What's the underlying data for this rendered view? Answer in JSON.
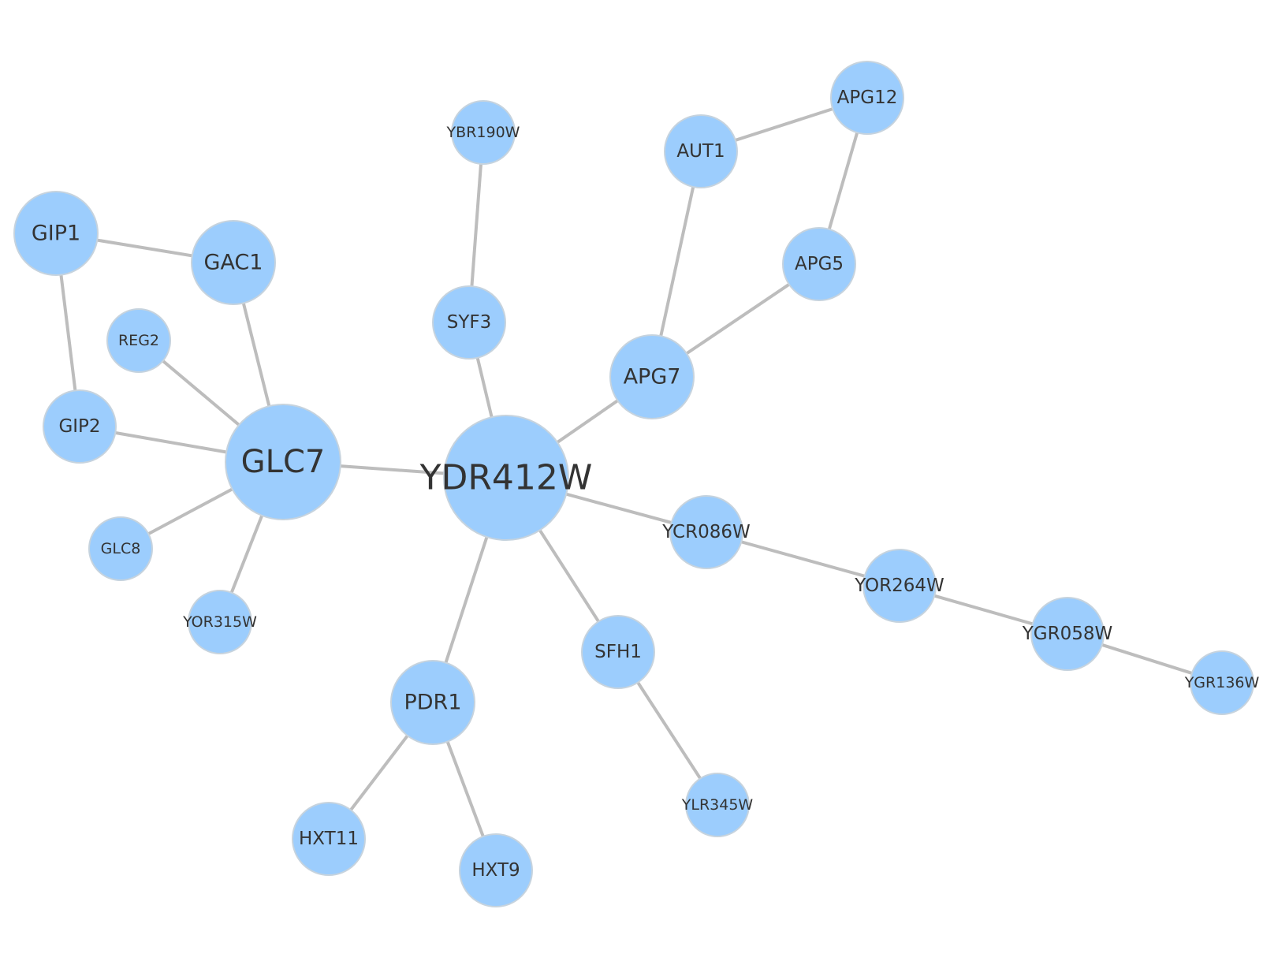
{
  "colors": {
    "node_fill": "#9ccdfd",
    "node_stroke": "#c6d3de",
    "edge": "#bdbdbd",
    "label": "#333333"
  },
  "nodes": [
    {
      "id": "YDR412W",
      "label": "YDR412W"
    },
    {
      "id": "GLC7",
      "label": "GLC7"
    },
    {
      "id": "GIP1",
      "label": "GIP1"
    },
    {
      "id": "GAC1",
      "label": "GAC1"
    },
    {
      "id": "REG2",
      "label": "REG2"
    },
    {
      "id": "GIP2",
      "label": "GIP2"
    },
    {
      "id": "GLC8",
      "label": "GLC8"
    },
    {
      "id": "YOR315W",
      "label": "YOR315W"
    },
    {
      "id": "YBR190W",
      "label": "YBR190W"
    },
    {
      "id": "SYF3",
      "label": "SYF3"
    },
    {
      "id": "AUT1",
      "label": "AUT1"
    },
    {
      "id": "APG12",
      "label": "APG12"
    },
    {
      "id": "APG5",
      "label": "APG5"
    },
    {
      "id": "APG7",
      "label": "APG7"
    },
    {
      "id": "YCR086W",
      "label": "YCR086W"
    },
    {
      "id": "YOR264W",
      "label": "YOR264W"
    },
    {
      "id": "YGR058W",
      "label": "YGR058W"
    },
    {
      "id": "YGR136W",
      "label": "YGR136W"
    },
    {
      "id": "SFH1",
      "label": "SFH1"
    },
    {
      "id": "YLR345W",
      "label": "YLR345W"
    },
    {
      "id": "PDR1",
      "label": "PDR1"
    },
    {
      "id": "HXT11",
      "label": "HXT11"
    },
    {
      "id": "HXT9",
      "label": "HXT9"
    }
  ],
  "edges": [
    [
      "GIP1",
      "GAC1"
    ],
    [
      "GIP1",
      "GIP2"
    ],
    [
      "GAC1",
      "GLC7"
    ],
    [
      "REG2",
      "GLC7"
    ],
    [
      "GIP2",
      "GLC7"
    ],
    [
      "GLC8",
      "GLC7"
    ],
    [
      "YOR315W",
      "GLC7"
    ],
    [
      "GLC7",
      "YDR412W"
    ],
    [
      "YBR190W",
      "SYF3"
    ],
    [
      "SYF3",
      "YDR412W"
    ],
    [
      "AUT1",
      "APG12"
    ],
    [
      "APG12",
      "APG5"
    ],
    [
      "AUT1",
      "APG7"
    ],
    [
      "APG5",
      "APG7"
    ],
    [
      "APG7",
      "YDR412W"
    ],
    [
      "YDR412W",
      "YCR086W"
    ],
    [
      "YCR086W",
      "YOR264W"
    ],
    [
      "YOR264W",
      "YGR058W"
    ],
    [
      "YGR058W",
      "YGR136W"
    ],
    [
      "YDR412W",
      "SFH1"
    ],
    [
      "SFH1",
      "YLR345W"
    ],
    [
      "YDR412W",
      "PDR1"
    ],
    [
      "PDR1",
      "HXT11"
    ],
    [
      "PDR1",
      "HXT9"
    ]
  ]
}
